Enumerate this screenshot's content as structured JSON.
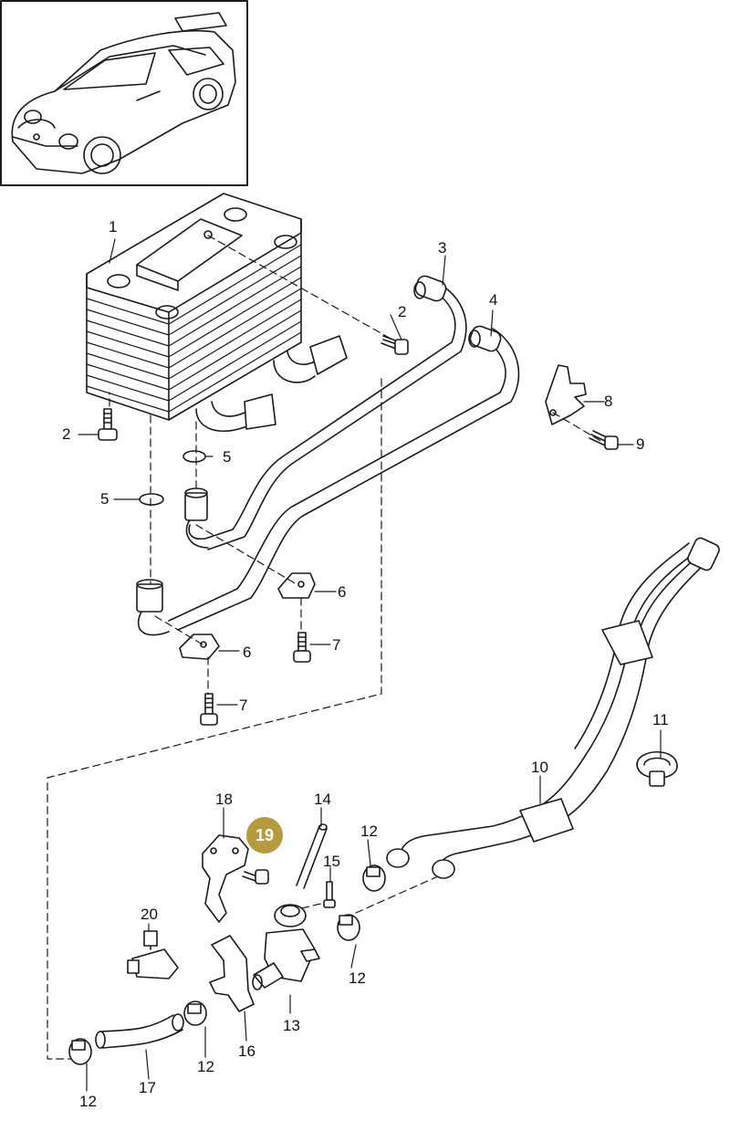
{
  "diagram": {
    "highlight_color": "#b59a3e",
    "line_color": "#1a1a1a",
    "callouts": [
      "1",
      "2",
      "3",
      "4",
      "2",
      "8",
      "9",
      "5",
      "5",
      "6",
      "7",
      "6",
      "7",
      "11",
      "10",
      "18",
      "19",
      "14",
      "12",
      "15",
      "20",
      "12",
      "13",
      "12",
      "16",
      "17",
      "12"
    ],
    "highlighted_part": "19"
  }
}
